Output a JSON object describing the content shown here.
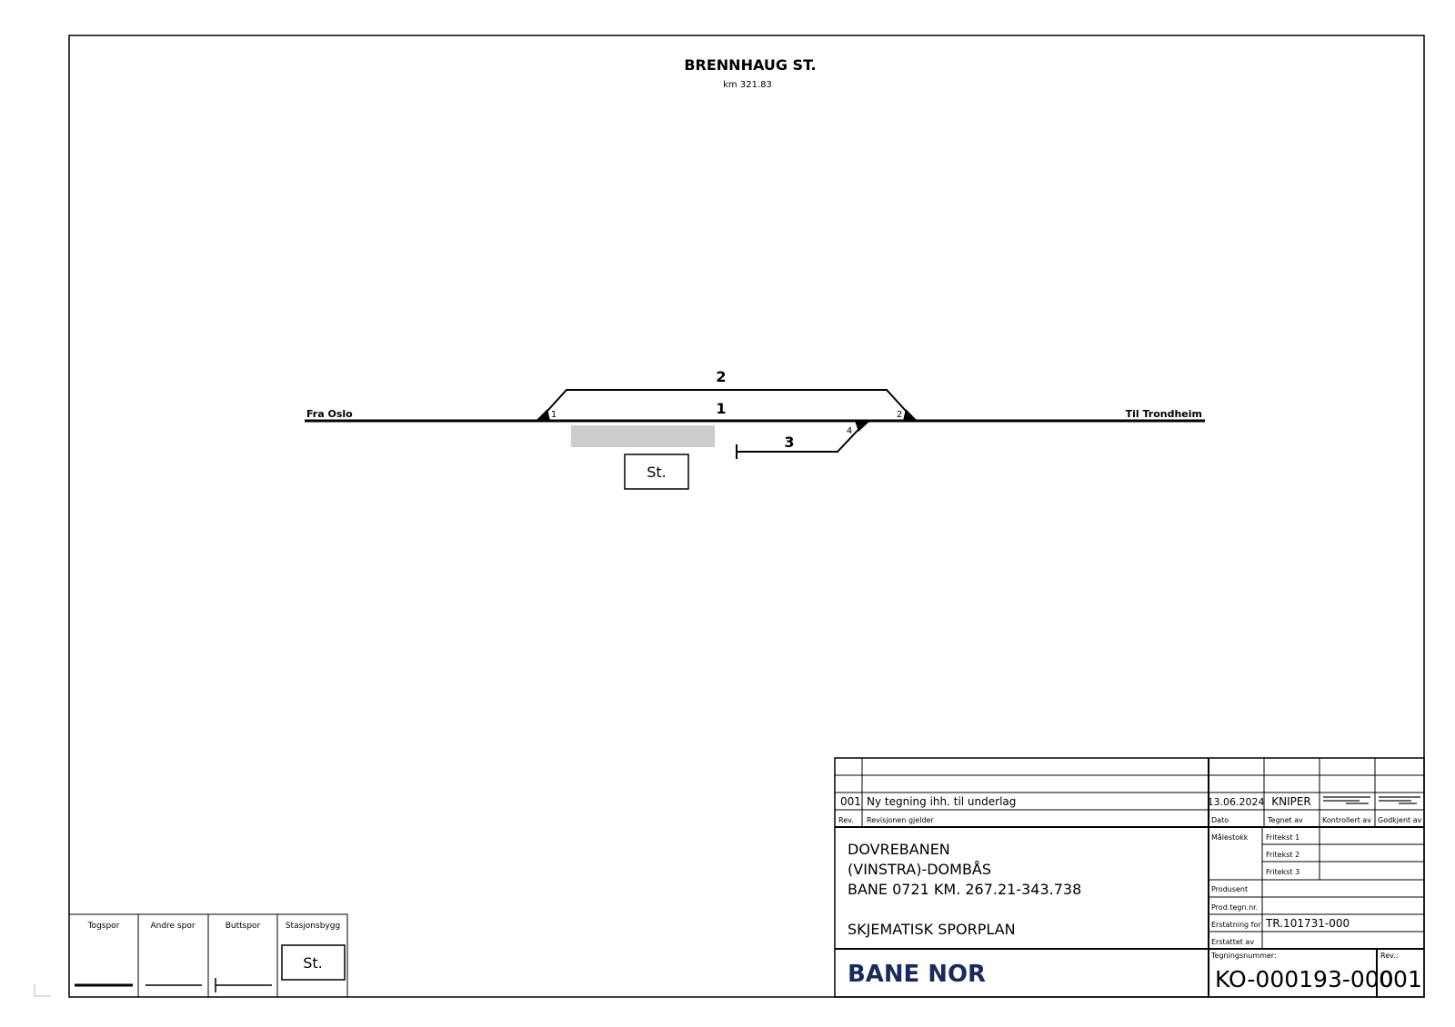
{
  "drawing": {
    "title": "BRENNHAUG ST.",
    "km": "km 321.83"
  },
  "tracks": {
    "from_label": "Fra Oslo",
    "to_label": "Til Trondheim",
    "track_1": "1",
    "track_2": "2",
    "track_3": "3",
    "switch_1": "1",
    "switch_2": "2",
    "switch_4": "4",
    "station_building": "St."
  },
  "legend": {
    "togspor": "Togspor",
    "andre_spor": "Andre spor",
    "buttspor": "Buttspor",
    "stasjonsbygg": "Stasjonsbygg",
    "st": "St."
  },
  "title_block": {
    "rev_no": "001",
    "rev_text": "Ny tegning ihh. til underlag",
    "rev_date": "13.06.2024",
    "rev_drawn": "KNIPER",
    "hdr_rev": "Rev.",
    "hdr_revisjonen": "Revisjonen gjelder",
    "hdr_dato": "Dato",
    "hdr_tegnet": "Tegnet av",
    "hdr_kontrollert": "Kontrollert av",
    "hdr_godkjent": "Godkjent av",
    "line_a": "DOVREBANEN",
    "line_b": "(VINSTRA)-DOMBÅS",
    "line_c": "BANE 0721 KM. 267.21-343.738",
    "line_d": "SKJEMATISK SPORPLAN",
    "malestokk": "Målestokk",
    "fritekst1": "Fritekst 1",
    "fritekst2": "Fritekst 2",
    "fritekst3": "Fritekst 3",
    "produsent": "Produsent",
    "prod_tegn": "Prod.tegn.nr.",
    "erstatning_for": "Erstatning for",
    "erstatning_val": "TR.101731-000",
    "erstattet_av": "Erstattet av",
    "tegningsnummer": "Tegningsnummer:",
    "drawing_no": "KO-000193-000",
    "rev_label": "Rev.:",
    "rev_val": "001",
    "logo_text": "BANE NOR"
  }
}
